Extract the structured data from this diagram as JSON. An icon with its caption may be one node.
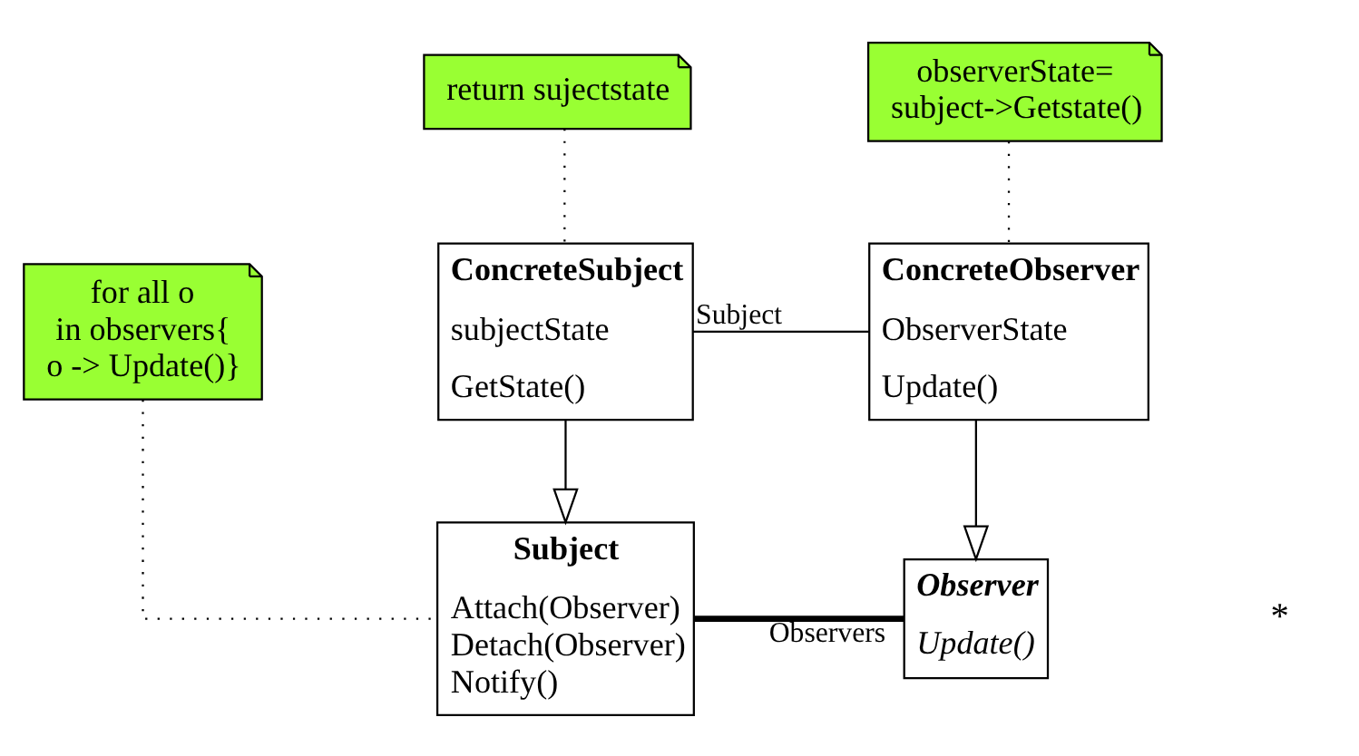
{
  "diagram": {
    "nodes": [
      {
        "text": [
          "Subject",
          "Attach(Observer)",
          "Detach(Observer)",
          "Notify()"
        ]
      },
      {
        "text": [
          "Observer",
          "Update()"
        ]
      },
      {
        "text": [
          "for all o in observers{ o -> Update()}"
        ]
      },
      {
        "text": [
          "ConcreteSubject",
          "subjectState",
          "GetState()"
        ]
      },
      {
        "text": [
          "ConcreteObserver",
          "ObserverState",
          "Update()"
        ]
      },
      {
        "text": [
          "return sujectstate"
        ]
      },
      {
        "text": [
          "observerState= subject->Getstate()"
        ]
      }
    ],
    "edges": [
      {
        "from": 0,
        "to": 1,
        "arrow": "none",
        "label": "Observers",
        "style": "thick"
      },
      {
        "from": 3,
        "to": 0,
        "arrow": "to"
      },
      {
        "from": 4,
        "to": 1,
        "arrow": "to"
      },
      {
        "from": 3,
        "to": 4,
        "arrow": "none",
        "label": "Subject"
      },
      {
        "from": 2,
        "to": 0,
        "arrow": "none",
        "style": "dashed"
      },
      {
        "from": 5,
        "to": 3,
        "arrow": "none",
        "style": "dashed"
      },
      {
        "from": 6,
        "to": 4,
        "arrow": "none",
        "style": "dashed"
      }
    ],
    "labels": [
      "*"
    ]
  }
}
